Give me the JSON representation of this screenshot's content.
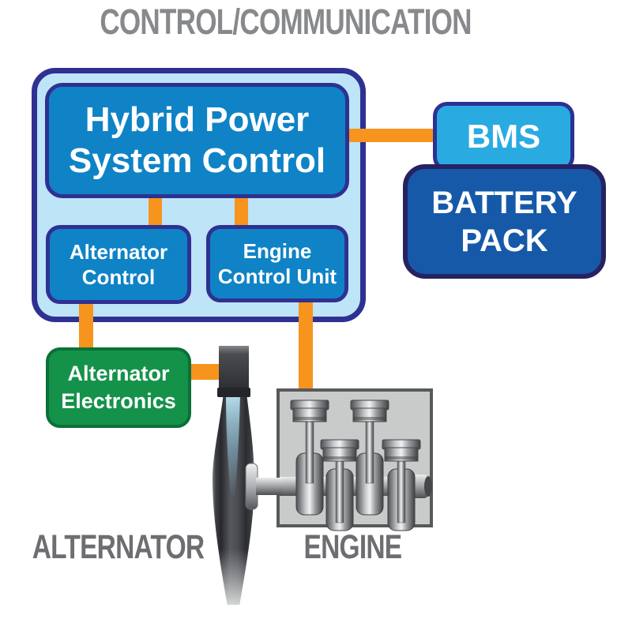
{
  "title": "CONTROL/COMMUNICATION",
  "system": {
    "hybrid_power_control": {
      "line1": "Hybrid Power",
      "line2": "System Control"
    },
    "alternator_control": {
      "line1": "Alternator",
      "line2": "Control"
    },
    "engine_control_unit": {
      "line1": "Engine",
      "line2": "Control Unit"
    }
  },
  "bms": {
    "label": "BMS"
  },
  "battery_pack": {
    "line1": "BATTERY",
    "line2": "PACK"
  },
  "alternator_electronics": {
    "line1": "Alternator",
    "line2": "Electronics"
  },
  "labels": {
    "alternator": "ALTERNATOR",
    "engine": "ENGINE"
  },
  "colors": {
    "orange": "#F7941E",
    "navy": "#2E3192",
    "battery_border": "#262262",
    "box_blue": "#0F83C6",
    "container_blue": "#BEE4F7",
    "bms_blue": "#29ABE2",
    "battery_blue": "#1659A8",
    "green": "#15924A",
    "green_border": "#0B7038",
    "label_gray": "#6D6E71",
    "title_gray": "#87898C",
    "engine_gray": "#C9CBCB",
    "engine_border": "#58595B"
  }
}
